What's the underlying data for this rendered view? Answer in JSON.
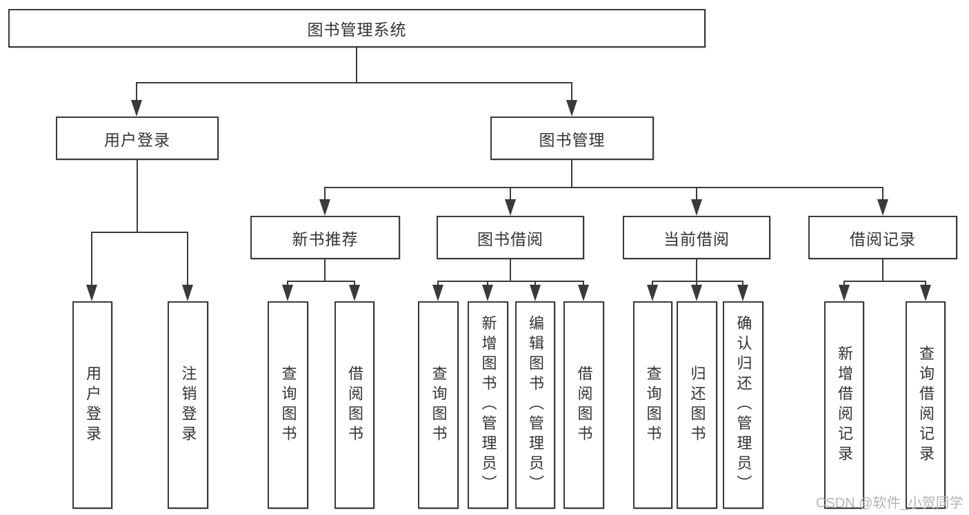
{
  "diagram": {
    "root": {
      "label": "图书管理系统"
    },
    "level1": [
      {
        "label": "用户登录"
      },
      {
        "label": "图书管理"
      }
    ],
    "level2": [
      {
        "label": "新书推荐"
      },
      {
        "label": "图书借阅"
      },
      {
        "label": "当前借阅"
      },
      {
        "label": "借阅记录"
      }
    ],
    "leaves": {
      "user_login": [
        {
          "label": "用户登录"
        },
        {
          "label": "注销登录"
        }
      ],
      "new_book": [
        {
          "label": "查询图书"
        },
        {
          "label": "借阅图书"
        }
      ],
      "book_borrow": [
        {
          "label": "查询图书"
        },
        {
          "label": "新增图书（管理员）"
        },
        {
          "label": "编辑图书（管理员）"
        },
        {
          "label": "借阅图书"
        }
      ],
      "current_borrow": [
        {
          "label": "查询图书"
        },
        {
          "label": "归还图书"
        },
        {
          "label": "确认归还（管理员）"
        }
      ],
      "records": [
        {
          "label": "新增借阅记录"
        },
        {
          "label": "查询借阅记录"
        }
      ]
    }
  },
  "watermark": {
    "text": "CSDN @软件_小贺同学"
  },
  "colors": {
    "line": "#3a3a3a",
    "text": "#333333",
    "watermark": "#b4b4b4",
    "background": "#ffffff"
  }
}
